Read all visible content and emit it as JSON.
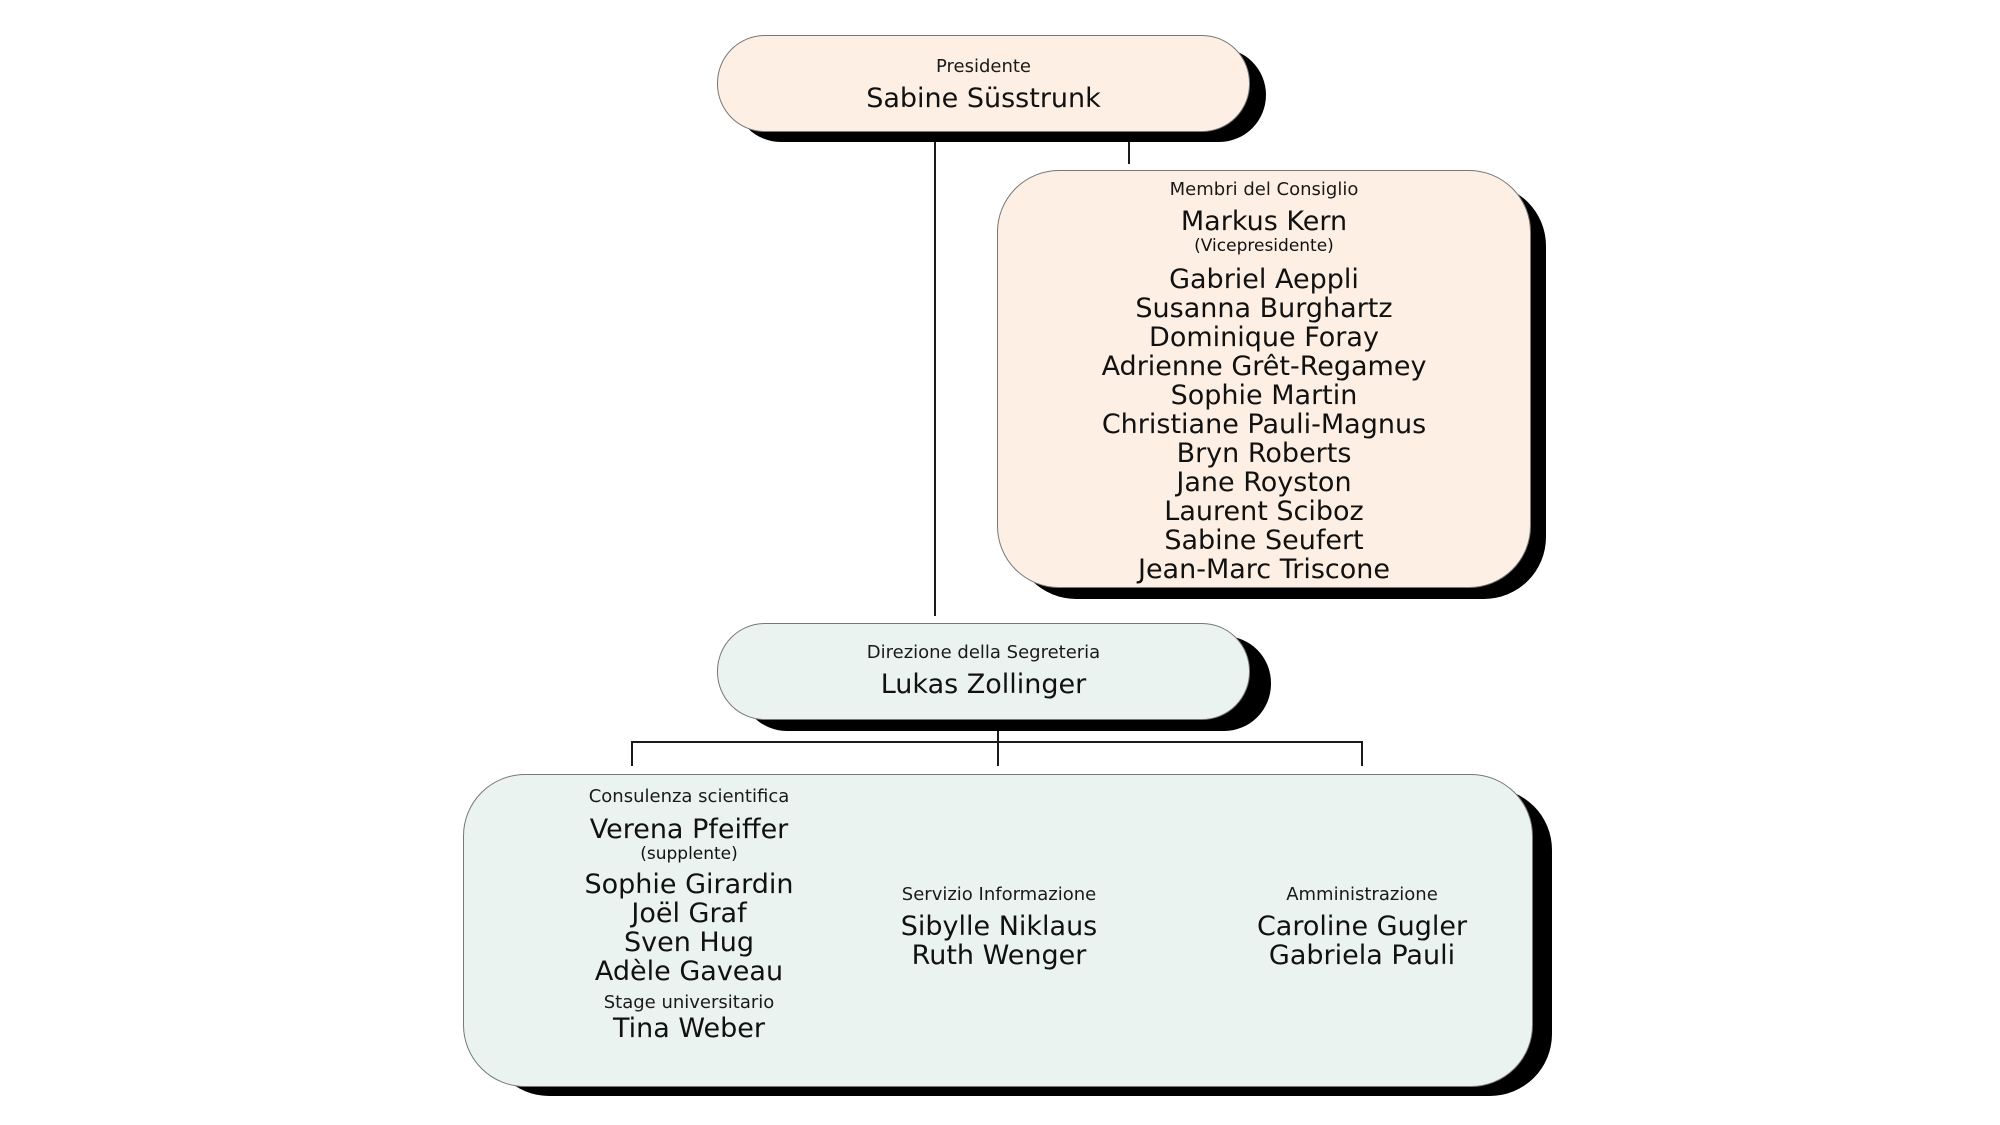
{
  "president": {
    "role": "Presidente",
    "name": "Sabine Süsstrunk"
  },
  "council": {
    "role": "Membri del Consiglio",
    "vice": {
      "name": "Markus Kern",
      "note": "(Vicepresidente)"
    },
    "members": [
      "Gabriel Aeppli",
      "Susanna Burghartz",
      "Dominique Foray",
      "Adrienne Grêt-Regamey",
      "Sophie Martin",
      "Christiane Pauli-Magnus",
      "Bryn Roberts",
      "Jane Royston",
      "Laurent Sciboz",
      "Sabine Seufert",
      "Jean-Marc Triscone"
    ]
  },
  "secretariat": {
    "role": "Direzione della Segreteria",
    "name": "Lukas Zollinger"
  },
  "departments": {
    "scientific": {
      "role": "Consulenza scientifica",
      "deputy": {
        "name": "Verena Pfeiffer",
        "note": "(supplente)"
      },
      "members": [
        "Sophie Girardin",
        "Joël Graf",
        "Sven Hug",
        "Adèle Gaveau"
      ],
      "internship": {
        "role": "Stage universitario",
        "name": "Tina Weber"
      }
    },
    "information": {
      "role": "Servizio Informazione",
      "members": [
        "Sibylle Niklaus",
        "Ruth Wenger"
      ]
    },
    "administration": {
      "role": "Amministrazione",
      "members": [
        "Caroline Gugler",
        "Gabriela Pauli"
      ]
    }
  },
  "colors": {
    "peach": "#fdefe3",
    "mint": "#eaf3f0",
    "shadow": "#000000",
    "line": "#1a1a1a"
  }
}
